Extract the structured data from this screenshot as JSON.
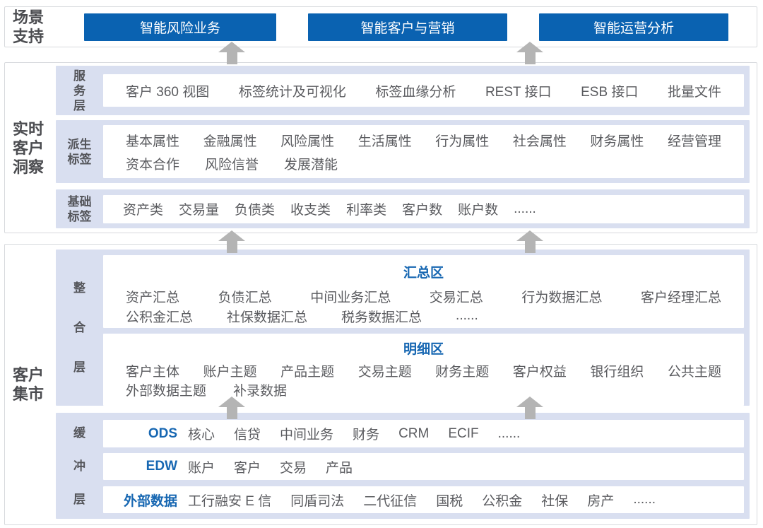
{
  "scenario": {
    "label": "场景\n支持",
    "buttons": [
      "智能风险业务",
      "智能客户与营销",
      "智能运营分析"
    ]
  },
  "insight": {
    "label": "实时\n客户\n洞察",
    "service": {
      "label": "服\n务\n层",
      "items": [
        "客户 360 视图",
        "标签统计及可视化",
        "标签血缘分析",
        "REST 接口",
        "ESB 接口",
        "批量文件"
      ]
    },
    "derived": {
      "label": "派生\n标签",
      "row1": [
        "基本属性",
        "金融属性",
        "风险属性",
        "生活属性",
        "行为属性",
        "社会属性",
        "财务属性",
        "经营管理"
      ],
      "row2": [
        "资本合作",
        "风险信誉",
        "发展潜能"
      ]
    },
    "basic": {
      "label": "基础\n标签",
      "items": [
        "资产类",
        "交易量",
        "负债类",
        "收支类",
        "利率类",
        "客户数",
        "账户数",
        "......"
      ]
    }
  },
  "mart": {
    "label": "客户\n集市",
    "integration": {
      "label": "整\n合\n层",
      "summary": {
        "title": "汇总区",
        "row1": [
          "资产汇总",
          "负债汇总",
          "中间业务汇总",
          "交易汇总",
          "行为数据汇总",
          "客户经理汇总"
        ],
        "row2": [
          "公积金汇总",
          "社保数据汇总",
          "税务数据汇总",
          "......"
        ]
      },
      "detail": {
        "title": "明细区",
        "row1": [
          "客户主体",
          "账户主题",
          "产品主题",
          "交易主题",
          "财务主题",
          "客户权益",
          "银行组织",
          "公共主题"
        ],
        "row2": [
          "外部数据主题",
          "补录数据"
        ]
      }
    },
    "buffer": {
      "label": "缓\n冲\n层",
      "rows": [
        {
          "label": "ODS",
          "items": [
            "核心",
            "信贷",
            "中间业务",
            "财务",
            "CRM",
            "ECIF",
            "......"
          ]
        },
        {
          "label": "EDW",
          "items": [
            "账户",
            "客户",
            "交易",
            "产品"
          ]
        },
        {
          "label": "外部数据",
          "items": [
            "工行融安 E 信",
            "同盾司法",
            "二代征信",
            "国税",
            "公积金",
            "社保",
            "房产",
            "......"
          ]
        }
      ]
    }
  },
  "colors": {
    "button_blue": "#0a62b1",
    "accent_blue": "#1767b2",
    "band_periwinkle": "#d9dff0",
    "arrow_gray": "#b4b4b4",
    "text_gray": "#5a5b5f",
    "label_dark": "#4b4c50"
  }
}
